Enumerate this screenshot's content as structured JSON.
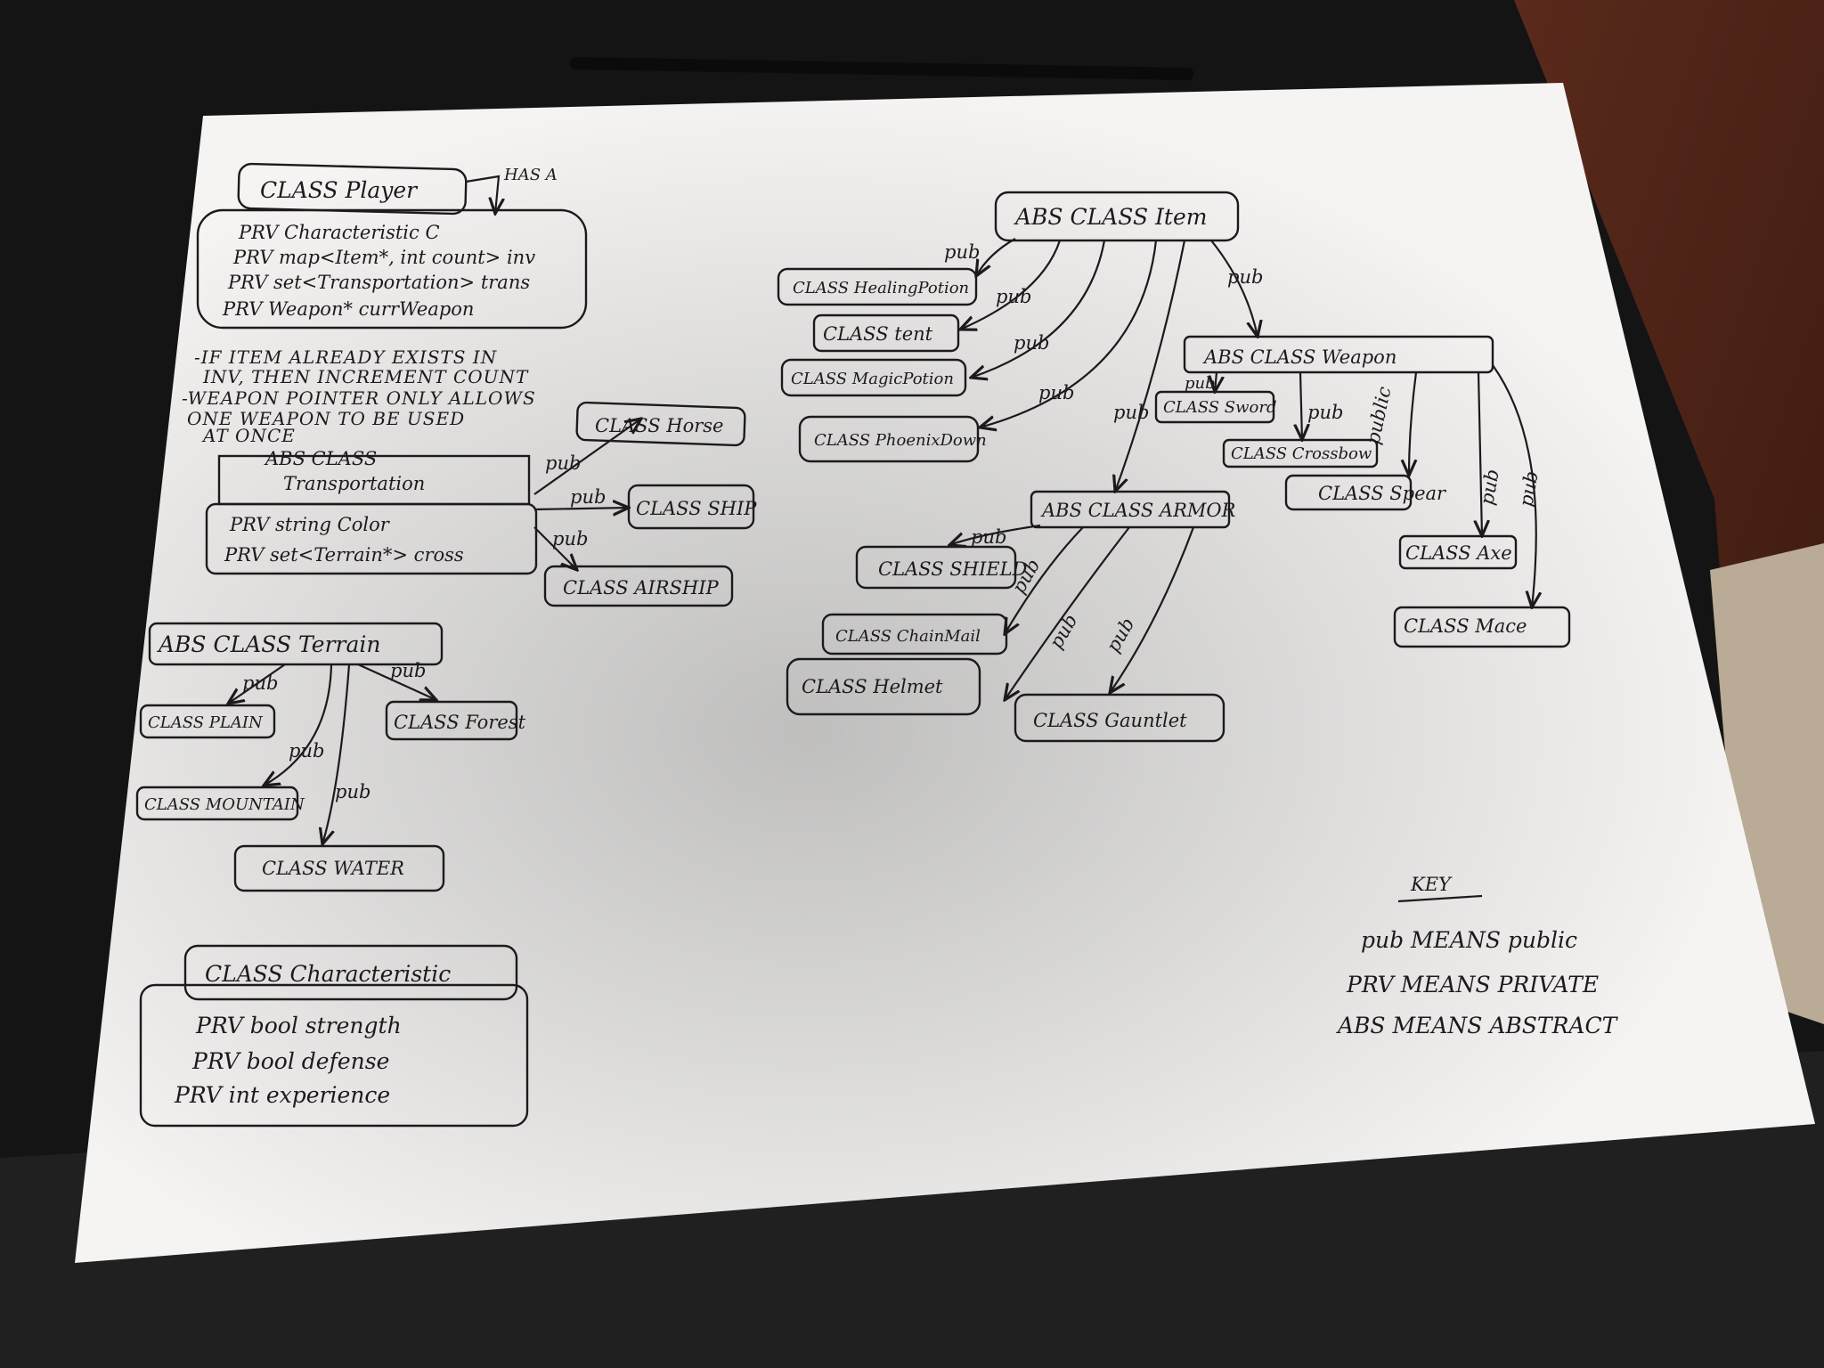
{
  "classes": {
    "player": {
      "name": "CLASS Player",
      "has_a": "HAS A",
      "members": [
        "PRV Characteristic C",
        "PRV map<Item*, int count> inv",
        "PRV set<Transportation> trans",
        "PRV Weapon* currWeapon"
      ]
    },
    "notes": [
      "-IF ITEM ALREADY EXISTS IN",
      "INV, THEN INCREMENT COUNT",
      "-WEAPON POINTER ONLY ALLOWS",
      "ONE WEAPON TO BE USED",
      "AT ONCE"
    ],
    "transportation": {
      "abs": "ABS CLASS",
      "name": "Transportation",
      "members": [
        "PRV string Color",
        "PRV set<Terrain*> cross"
      ],
      "children": [
        "CLASS Horse",
        "CLASS SHIP",
        "CLASS AIRSHIP"
      ]
    },
    "terrain": {
      "name": "ABS CLASS Terrain",
      "children": [
        "CLASS PLAIN",
        "CLASS Forest",
        "CLASS MOUNTAIN",
        "CLASS WATER"
      ]
    },
    "characteristic": {
      "name": "CLASS Characteristic",
      "members": [
        "PRV bool strength",
        "PRV bool defense",
        "PRV int experience"
      ]
    },
    "item": {
      "name": "ABS CLASS Item",
      "children": [
        "CLASS HealingPotion",
        "CLASS tent",
        "CLASS MagicPotion",
        "CLASS PhoenixDown"
      ]
    },
    "weapon": {
      "name": "ABS CLASS Weapon",
      "children": [
        "CLASS Sword",
        "CLASS Crossbow",
        "CLASS Spear",
        "CLASS Axe",
        "CLASS Mace"
      ]
    },
    "armor": {
      "name": "ABS CLASS ARMOR",
      "children": [
        "CLASS SHIELD",
        "CLASS ChainMail",
        "CLASS Helmet",
        "CLASS Gauntlet"
      ]
    }
  },
  "edge_labels": {
    "pub": "pub",
    "public": "public"
  },
  "key": {
    "title": "KEY",
    "lines": [
      "pub MEANS public",
      "PRV MEANS PRIVATE",
      "ABS MEANS ABSTRACT"
    ]
  }
}
